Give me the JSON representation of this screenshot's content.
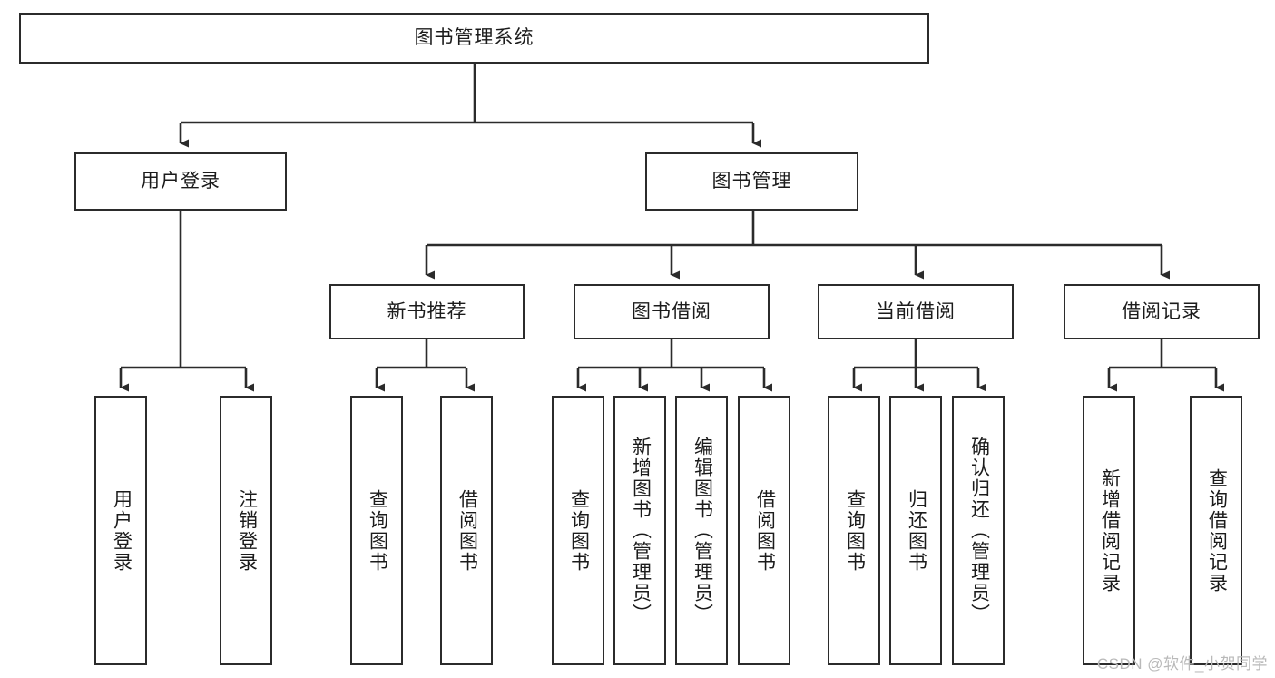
{
  "diagram": {
    "title": "图书管理系统",
    "type": "tree-hierarchy",
    "watermark": "CSDN @软件_小贺同学",
    "colors": {
      "box_border": "#2b2b2b",
      "box_fill": "#ffffff",
      "connector": "#2b2b2b",
      "text": "#1b1b1b",
      "watermark": "#b9b9b9"
    }
  },
  "nodes": {
    "root": {
      "label": "图书管理系统",
      "level": 1,
      "orientation": "horizontal"
    },
    "level2": [
      {
        "id": "user-login",
        "label": "用户登录",
        "orientation": "horizontal"
      },
      {
        "id": "book-management",
        "label": "图书管理",
        "orientation": "horizontal"
      }
    ],
    "level3": [
      {
        "id": "new-book-recommend",
        "label": "新书推荐",
        "orientation": "horizontal",
        "parent": "book-management"
      },
      {
        "id": "book-borrow",
        "label": "图书借阅",
        "orientation": "horizontal",
        "parent": "book-management"
      },
      {
        "id": "current-borrow",
        "label": "当前借阅",
        "orientation": "horizontal",
        "parent": "book-management"
      },
      {
        "id": "borrow-record",
        "label": "借阅记录",
        "orientation": "horizontal",
        "parent": "book-management"
      }
    ],
    "leaves": [
      {
        "id": "leaf-user-login",
        "label": "用户登录",
        "parent": "user-login",
        "orientation": "vertical"
      },
      {
        "id": "leaf-user-logout",
        "label": "注销登录",
        "parent": "user-login",
        "orientation": "vertical"
      },
      {
        "id": "leaf-query-book-1",
        "label": "查询图书",
        "parent": "new-book-recommend",
        "orientation": "vertical"
      },
      {
        "id": "leaf-borrow-book-1",
        "label": "借阅图书",
        "parent": "new-book-recommend",
        "orientation": "vertical"
      },
      {
        "id": "leaf-query-book-2",
        "label": "查询图书",
        "parent": "book-borrow",
        "orientation": "vertical"
      },
      {
        "id": "leaf-add-book",
        "label": "新增图书（管理员）",
        "parent": "book-borrow",
        "orientation": "vertical"
      },
      {
        "id": "leaf-edit-book",
        "label": "编辑图书（管理员）",
        "parent": "book-borrow",
        "orientation": "vertical"
      },
      {
        "id": "leaf-borrow-book-2",
        "label": "借阅图书",
        "parent": "book-borrow",
        "orientation": "vertical"
      },
      {
        "id": "leaf-query-book-3",
        "label": "查询图书",
        "parent": "current-borrow",
        "orientation": "vertical"
      },
      {
        "id": "leaf-return-book",
        "label": "归还图书",
        "parent": "current-borrow",
        "orientation": "vertical"
      },
      {
        "id": "leaf-confirm-return",
        "label": "确认归还（管理员）",
        "parent": "current-borrow",
        "orientation": "vertical"
      },
      {
        "id": "leaf-add-record",
        "label": "新增借阅记录",
        "parent": "borrow-record",
        "orientation": "vertical"
      },
      {
        "id": "leaf-query-record",
        "label": "查询借阅记录",
        "parent": "borrow-record",
        "orientation": "vertical"
      }
    ]
  }
}
